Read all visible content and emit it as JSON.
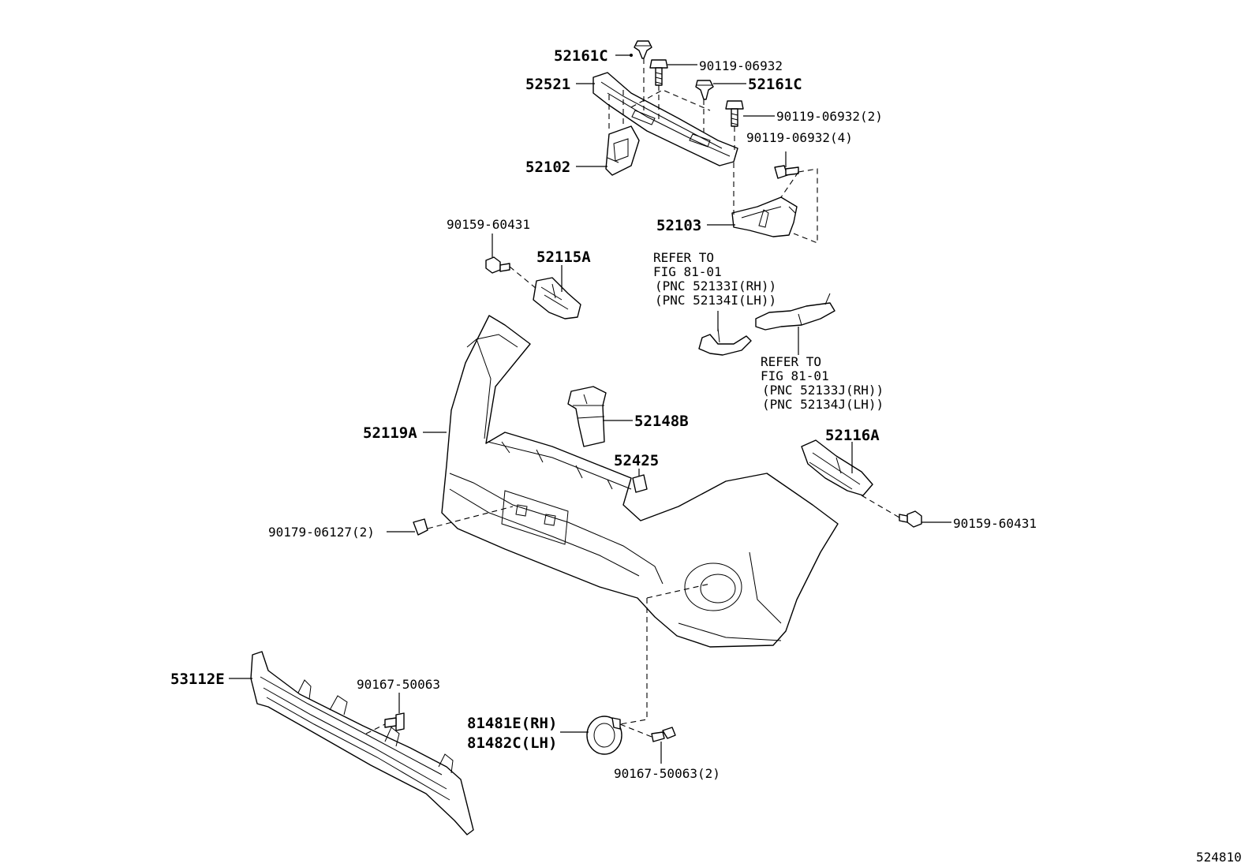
{
  "diagram_id": "524810",
  "part_labels": [
    {
      "key": "p52161C_a",
      "text": "52161C"
    },
    {
      "key": "p90119_06932_a",
      "text": "90119-06932"
    },
    {
      "key": "p52521",
      "text": "52521"
    },
    {
      "key": "p52161C_b",
      "text": "52161C"
    },
    {
      "key": "p90119_06932_2",
      "text": "90119-06932(2)"
    },
    {
      "key": "p90119_06932_4",
      "text": "90119-06932(4)"
    },
    {
      "key": "p52102",
      "text": "52102"
    },
    {
      "key": "p52103",
      "text": "52103"
    },
    {
      "key": "p90159_60431_a",
      "text": "90159-60431"
    },
    {
      "key": "p52115A",
      "text": "52115A"
    },
    {
      "key": "p52119A",
      "text": "52119A"
    },
    {
      "key": "p52148B",
      "text": "52148B"
    },
    {
      "key": "p52425",
      "text": "52425"
    },
    {
      "key": "p52116A",
      "text": "52116A"
    },
    {
      "key": "p90159_60431_b",
      "text": "90159-60431"
    },
    {
      "key": "p90179_06127_2",
      "text": "90179-06127(2)"
    },
    {
      "key": "p53112E",
      "text": "53112E"
    },
    {
      "key": "p90167_50063",
      "text": "90167-50063"
    },
    {
      "key": "p81481E_RH",
      "text": "81481E(RH)"
    },
    {
      "key": "p81482C_LH",
      "text": "81482C(LH)"
    },
    {
      "key": "p90167_50063_2",
      "text": "90167-50063(2)"
    }
  ],
  "refer_notes": {
    "upper": {
      "line1": "REFER TO",
      "line2": "FIG 81-01",
      "line3": "(PNC 52133I(RH))",
      "line4": "(PNC 52134I(LH))"
    },
    "lower": {
      "line1": "REFER TO",
      "line2": "FIG 81-01",
      "line3": "(PNC 52133J(RH))",
      "line4": "(PNC 52134J(LH))"
    }
  }
}
